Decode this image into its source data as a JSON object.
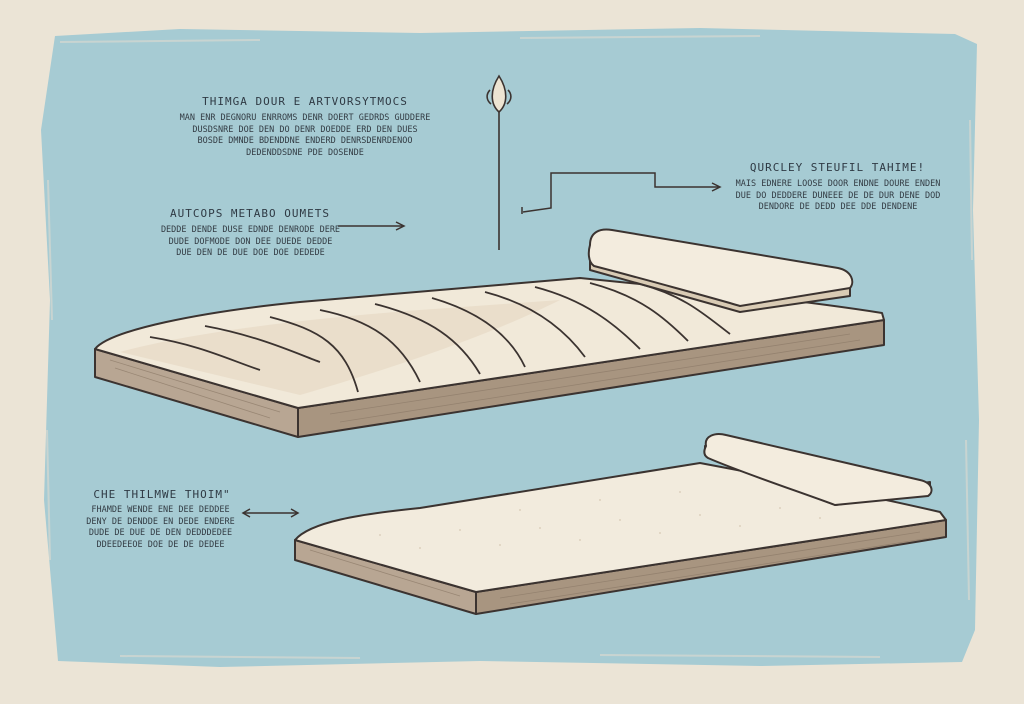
{
  "background": "#ebe4d6",
  "panel_color": "#a6cbd3",
  "mattress_color": "#f0e8d8",
  "outline_color": "#3b3330",
  "callouts": [
    {
      "heading": "THIMGA DOUR  E ARTVORSYTMOCS",
      "lines": [
        "MAN ENR DEGNORU ENRROMS DENR DOERT GEDRDS GUDDERE",
        "DUSDSNRE DOE DEN DO DENR DOEDDE ERD DEN DUES",
        "BOSDE DMNDE BDENDDNE ENDERD DENRSDENRDENOO",
        "DEDENDDSDNE PDE DOSENDE"
      ]
    },
    {
      "heading": "QURCLEY  STEUFIL  TAHIME!",
      "lines": [
        "MAIS EDNERE LOOSE DOOR ENDNE DOURE ENDEN",
        "DUE DO DEDDERE DUNEEE DE DE DUR DENE DOD",
        "DENDORE DE DEDD DEE DDE DENDENE"
      ]
    },
    {
      "heading": "AUTCOPS  METABO  OUMETS",
      "lines": [
        "DEDDE DENDE DUSE EDNDE DENRODE DERE",
        "DUDE DOFMODE DON DEE DUEDE DEDDE",
        "DUE DEN DE DUE DOE DOE DEDEDE"
      ]
    },
    {
      "heading": "CHE  THILMWE  THOIM\"",
      "lines": [
        "FHAMDE WENDE ENE DEE DEDDEE",
        "DENY DE DENDDE EN DEDE ENDERE",
        "DUDE DE DUE DE DEN DEDDDEDEE",
        "DDEEDEEOE DOE DE DE DEDEE"
      ]
    }
  ]
}
